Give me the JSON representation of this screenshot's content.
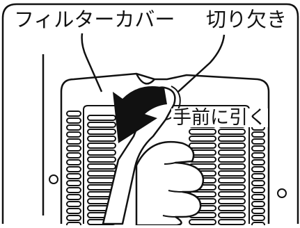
{
  "labels": {
    "filter_cover": "フィルターカバー",
    "notch": "切り欠き",
    "pull_toward": "手前に引く"
  },
  "colors": {
    "line": "#111111",
    "background": "#ffffff",
    "arrow": "#111111"
  },
  "icons": {
    "pull_arrow": "curved-arrow-down-icon",
    "hand": "hand-icon"
  }
}
